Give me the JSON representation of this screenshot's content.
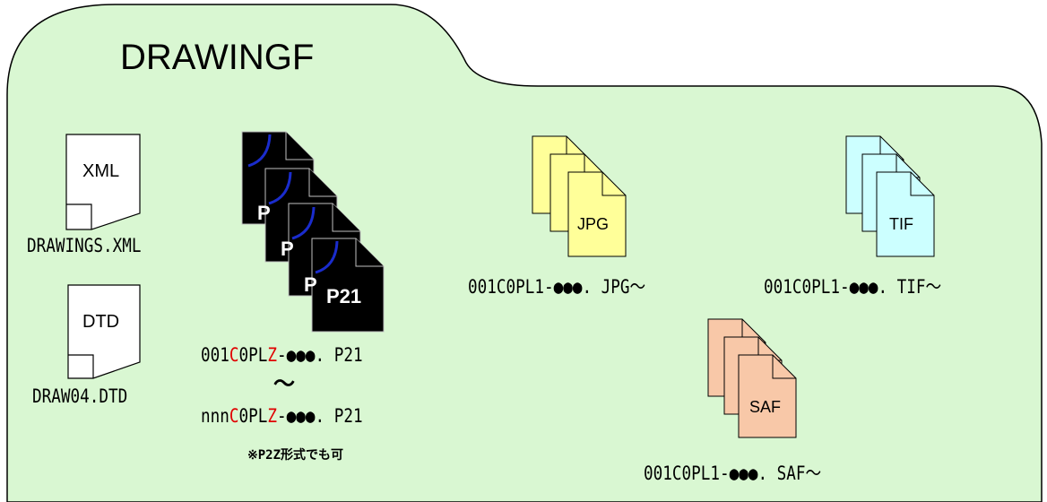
{
  "folder": {
    "title": "DRAWINGF"
  },
  "files": {
    "xml": {
      "icon_label": "XML",
      "name": "DRAWINGS.XML"
    },
    "dtd": {
      "icon_label": "DTD",
      "name": "DRAW04.DTD"
    },
    "p21": {
      "icon_label": "P21",
      "name_start": {
        "p1": "001",
        "c": "C",
        "p2": "0PL",
        "z": "Z",
        "p3": "-●●●. P21"
      },
      "range_mark": "～",
      "name_end": {
        "p1": "nnn",
        "c": "C",
        "p2": "0PL",
        "z": "Z",
        "p3": "-●●●. P21"
      },
      "note": "※P2Z形式でも可"
    },
    "jpg": {
      "icon_label": "JPG",
      "name": "001C0PL1-●●●. JPG～"
    },
    "tif": {
      "icon_label": "TIF",
      "name": "001C0PL1-●●●. TIF～"
    },
    "saf": {
      "icon_label": "SAF",
      "name": "001C0PL1-●●●. SAF～"
    }
  },
  "colors": {
    "folder_fill": "#d9f7d2",
    "jpg_fill": "#ffff99",
    "tif_fill": "#ccffff",
    "saf_fill": "#f8c8a8",
    "p21_fill": "#000000",
    "curve": "#1a2ccc",
    "highlight": "#e00000"
  }
}
